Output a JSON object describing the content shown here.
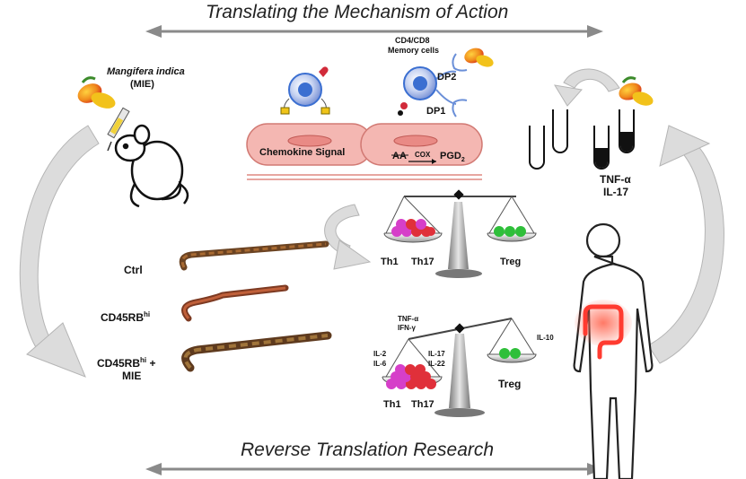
{
  "title_top": "Translating the Mechanism of Action",
  "title_bottom": "Reverse Translation Research",
  "plant": {
    "name": "Mangifera indica",
    "abbr": "(MIE)"
  },
  "cells": {
    "memory_line1": "CD4/CD8",
    "memory_line2": "Memory cells",
    "dp2": "DP2",
    "dp1": "DP1"
  },
  "membrane": {
    "chemokine": "Chemokine Signal",
    "aa": "AA",
    "cox": "COX",
    "pgd": "PGD",
    "pgd_sub": "2"
  },
  "cytokines_top": {
    "tnf": "TNF-α",
    "il17": "IL-17"
  },
  "colons": {
    "ctrl": "Ctrl",
    "cd45": "CD45RB",
    "cd45_sup": "hi",
    "cd45_mie": "CD45RB",
    "cd45_mie_sup": "hi",
    "cd45_mie_plus": " +",
    "cd45_mie_line2": "MIE"
  },
  "scale_top": {
    "th1": "Th1",
    "th17": "Th17",
    "treg": "Treg"
  },
  "scale_bottom": {
    "tnf": "TNF-α",
    "ifn": "IFN-γ",
    "il2": "IL-2",
    "il6": "IL-6",
    "il17": "IL-17",
    "il22": "IL-22",
    "il10": "IL-10",
    "th1": "Th1",
    "th17": "Th17",
    "treg": "Treg"
  },
  "colors": {
    "arrow": "#9a9a9a",
    "membrane": "#f4b7b2",
    "membrane_edge": "#d27a74",
    "cell": "#3b6fd1",
    "treg": "#2fbf3a",
    "th1": "#d63fc9",
    "th17": "#e0303a",
    "gut": "#ff3b30"
  }
}
